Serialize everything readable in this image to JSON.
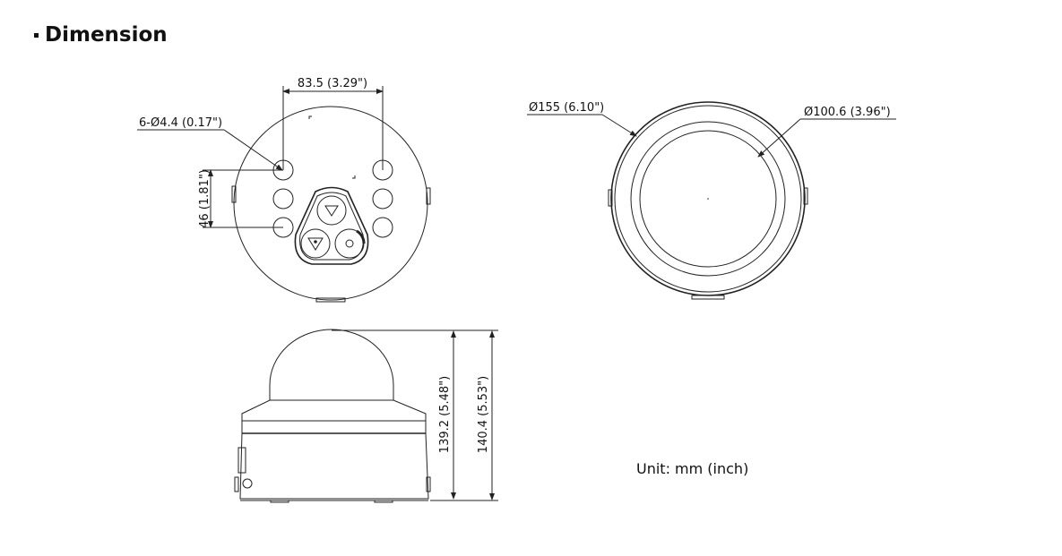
{
  "title": "Dimension",
  "bottom_view": {
    "mount_width": "83.5 (3.29\")",
    "hole_spec": "6-Ø4.4 (0.17\")",
    "hole_spacing": "46 (1.81\")"
  },
  "top_view": {
    "outer_diameter": "Ø155 (6.10\")",
    "dome_diameter": "Ø100.6 (3.96\")"
  },
  "side_view": {
    "height_body": "139.2 (5.48\")",
    "height_total": "140.4 (5.53\")"
  },
  "unit_note": "Unit: mm (inch)"
}
